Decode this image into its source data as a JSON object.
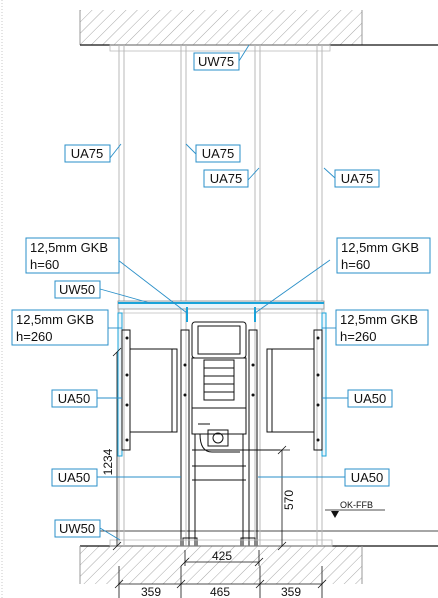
{
  "labels": {
    "uw75": "UW75",
    "ua75_left": "UA75",
    "ua75_center_left": "UA75",
    "ua75_center_right": "UA75",
    "ua75_right": "UA75",
    "gkb_upper_left": "12,5mm GKB",
    "h60_left": "h=60",
    "gkb_upper_right": "12,5mm GKB",
    "h60_right": "h=60",
    "uw50_top": "UW50",
    "gkb_lower_left": "12,5mm GKB",
    "h260_left": "h=260",
    "gkb_lower_right": "12,5mm GKB",
    "h260_right": "h=260",
    "ua50_left_upper": "UA50",
    "ua50_right_upper": "UA50",
    "ua50_left_lower": "UA50",
    "ua50_right_lower": "UA50",
    "uw50_bottom": "UW50",
    "ok_ffb": "OK-FFB"
  },
  "dimensions": {
    "height_1234": "1234",
    "height_570": "570",
    "width_425": "425",
    "width_359_left": "359",
    "width_465": "465",
    "width_359_right": "359"
  },
  "colors": {
    "label_border": "#2a8fc8",
    "leader": "#2a8fc8",
    "cyan_profile": "#1aa3d9",
    "line": "#111111",
    "hatch": "#9a9a9a",
    "stud": "#b5b5b5"
  }
}
